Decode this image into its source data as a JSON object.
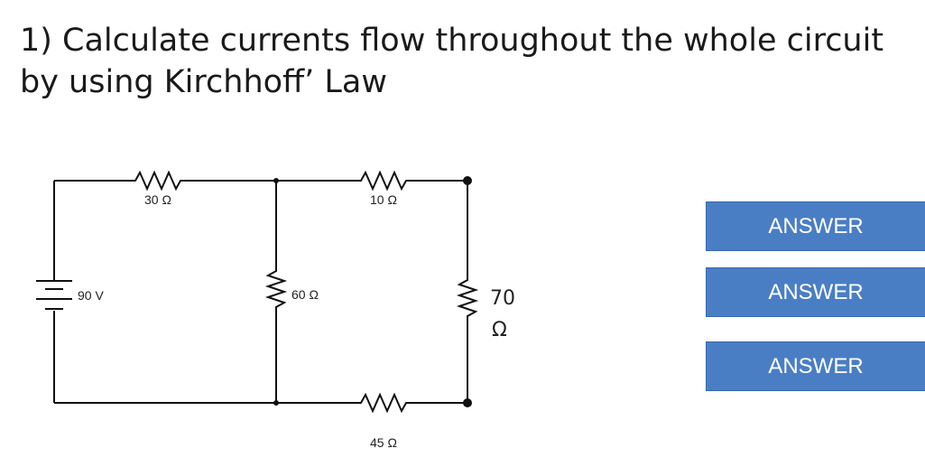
{
  "question": {
    "title": "1) Calculate currents flow throughout the whole circuit by using Kirchhoff’ Law"
  },
  "circuit": {
    "source_label": "90 V",
    "r1_label": "30 Ω",
    "r2_label": "10 Ω",
    "r3_label": "60 Ω",
    "r4_value": "70",
    "r4_unit": "Ω",
    "r5_label": "45 Ω"
  },
  "answers": [
    {
      "label": "ANSWER"
    },
    {
      "label": "ANSWER"
    },
    {
      "label": "ANSWER"
    }
  ],
  "colors": {
    "button_fill": "#4a7ec4",
    "button_text": "#ffffff",
    "wire": "#111111"
  }
}
